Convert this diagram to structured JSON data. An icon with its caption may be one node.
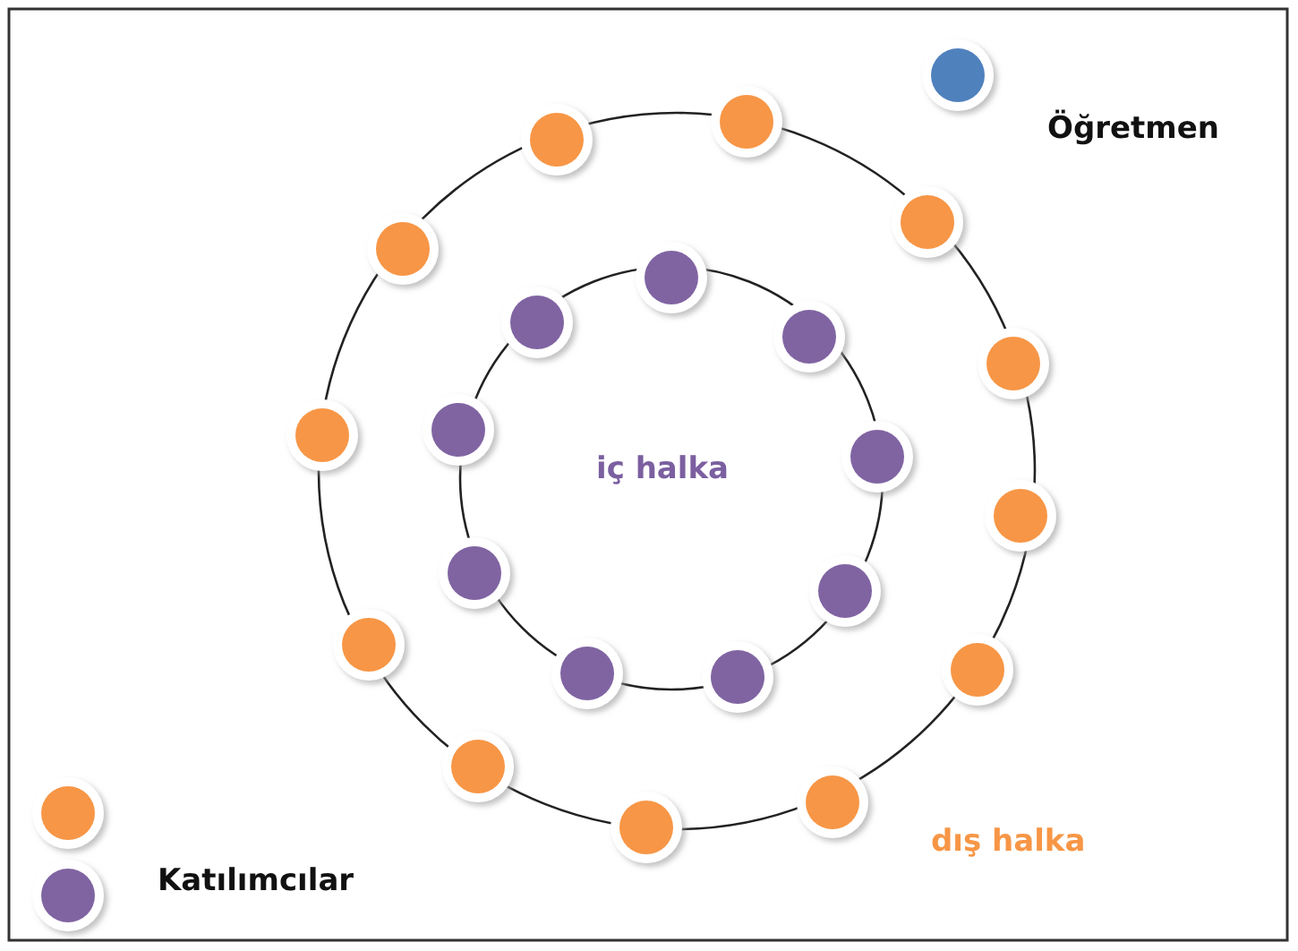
{
  "diagram": {
    "labels": [
      "iç halka",
      "dış halka"
    ],
    "legend": [
      {
        "text": "Öğretmen",
        "color": "#4f81bd"
      },
      {
        "text": "Katılımcılar"
      }
    ]
  }
}
